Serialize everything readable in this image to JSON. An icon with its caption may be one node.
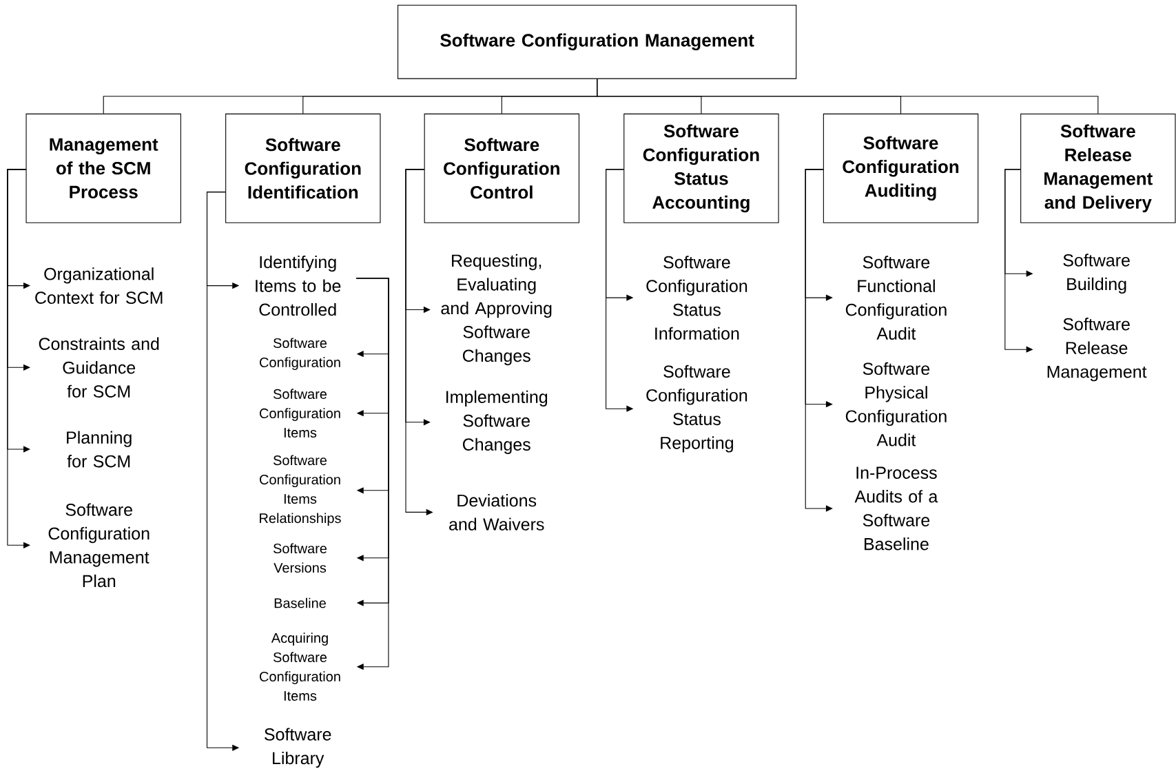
{
  "diagram": {
    "nodes": [
      {
        "text": [
          "Software Configuration Management"
        ]
      },
      {
        "text": [
          "Management of the SCM Process"
        ]
      },
      {
        "text": [
          "Software Configuration Identification"
        ]
      },
      {
        "text": [
          "Software Configuration Control"
        ]
      },
      {
        "text": [
          "Software Configuration Status Accounting"
        ]
      },
      {
        "text": [
          "Software Configuration Auditing"
        ]
      },
      {
        "text": [
          "Software Release Management and Delivery"
        ]
      },
      {
        "text": [
          "Organizational Context for SCM"
        ]
      },
      {
        "text": [
          "Constraints and Guidance for SCM"
        ]
      },
      {
        "text": [
          "Planning for SCM"
        ]
      },
      {
        "text": [
          "Software Configuration Management Plan"
        ]
      },
      {
        "text": [
          "Identifying Items to be Controlled"
        ]
      },
      {
        "text": [
          "Software Configuration"
        ]
      },
      {
        "text": [
          "Software Configuration Items"
        ]
      },
      {
        "text": [
          "Software Configuration Items Relationships"
        ]
      },
      {
        "text": [
          "Software Versions"
        ]
      },
      {
        "text": [
          "Baseline"
        ]
      },
      {
        "text": [
          "Acquiring Software Configuration Items"
        ]
      },
      {
        "text": [
          "Software Library"
        ]
      },
      {
        "text": [
          "Requesting, Evaluating and Approving Software Changes"
        ]
      },
      {
        "text": [
          "Implementing Software Changes"
        ]
      },
      {
        "text": [
          "Deviations and Waivers"
        ]
      },
      {
        "text": [
          "Software Configuration Status Information"
        ]
      },
      {
        "text": [
          "Software Configuration Status Reporting"
        ]
      },
      {
        "text": [
          "Software Functional Configuration Audit"
        ]
      },
      {
        "text": [
          "Software Physical Configuration Audit"
        ]
      },
      {
        "text": [
          "In-Process Audits of a Software Baseline"
        ]
      },
      {
        "text": [
          "Software Building"
        ]
      },
      {
        "text": [
          "Software Release Management"
        ]
      }
    ],
    "edges": [
      {
        "from": 0,
        "to": 1,
        "arrow": "none"
      },
      {
        "from": 0,
        "to": 2,
        "arrow": "none"
      },
      {
        "from": 0,
        "to": 3,
        "arrow": "none"
      },
      {
        "from": 0,
        "to": 4,
        "arrow": "none"
      },
      {
        "from": 0,
        "to": 5,
        "arrow": "none"
      },
      {
        "from": 0,
        "to": 6,
        "arrow": "none"
      },
      {
        "from": 1,
        "to": 7,
        "arrow": "to"
      },
      {
        "from": 1,
        "to": 8,
        "arrow": "to"
      },
      {
        "from": 1,
        "to": 9,
        "arrow": "to"
      },
      {
        "from": 1,
        "to": 10,
        "arrow": "to"
      },
      {
        "from": 2,
        "to": 11,
        "arrow": "to"
      },
      {
        "from": 11,
        "to": 12,
        "arrow": "to"
      },
      {
        "from": 11,
        "to": 13,
        "arrow": "to"
      },
      {
        "from": 11,
        "to": 14,
        "arrow": "to"
      },
      {
        "from": 11,
        "to": 15,
        "arrow": "to"
      },
      {
        "from": 11,
        "to": 16,
        "arrow": "to"
      },
      {
        "from": 11,
        "to": 17,
        "arrow": "to"
      },
      {
        "from": 2,
        "to": 18,
        "arrow": "to"
      },
      {
        "from": 3,
        "to": 19,
        "arrow": "to"
      },
      {
        "from": 3,
        "to": 20,
        "arrow": "to"
      },
      {
        "from": 3,
        "to": 21,
        "arrow": "to"
      },
      {
        "from": 4,
        "to": 22,
        "arrow": "to"
      },
      {
        "from": 4,
        "to": 23,
        "arrow": "to"
      },
      {
        "from": 5,
        "to": 24,
        "arrow": "to"
      },
      {
        "from": 5,
        "to": 25,
        "arrow": "to"
      },
      {
        "from": 5,
        "to": 26,
        "arrow": "to"
      },
      {
        "from": 6,
        "to": 27,
        "arrow": "to"
      },
      {
        "from": 6,
        "to": 28,
        "arrow": "to"
      }
    ]
  }
}
